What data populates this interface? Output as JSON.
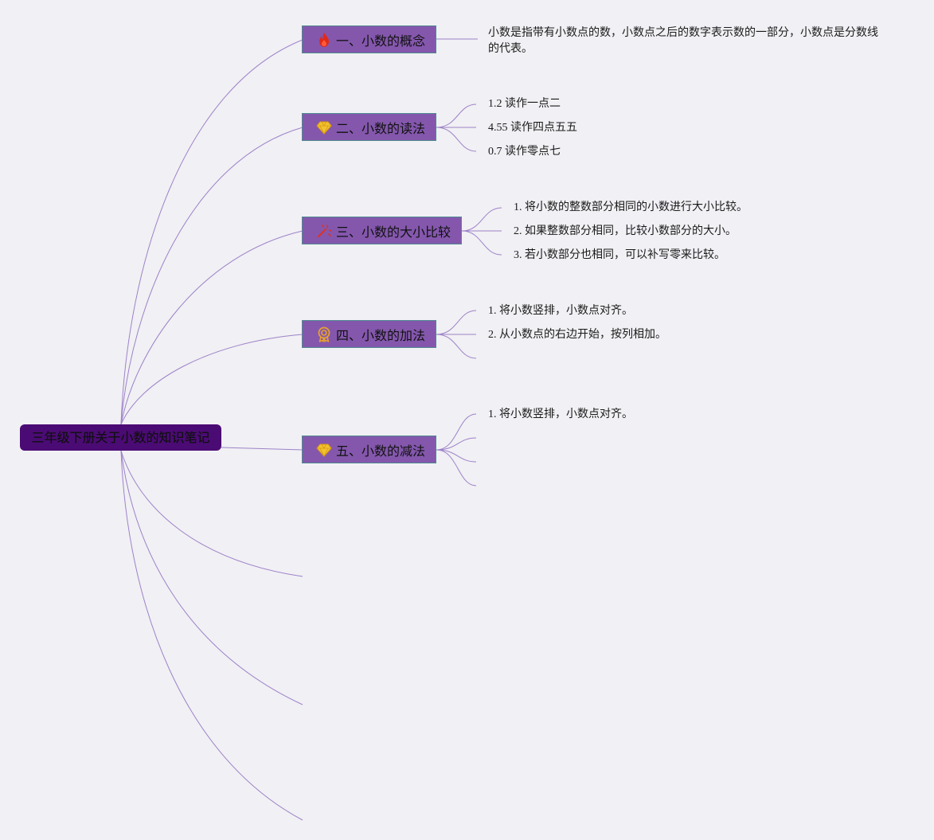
{
  "root": {
    "label": "三年级下册关于小数的知识笔记"
  },
  "colors": {
    "root_bg": "#4b0b74",
    "topic_bg": "#8457ad",
    "link": "#9d82c9",
    "background": "#f1f0f4"
  },
  "topics": [
    {
      "label": "一、小数的概念",
      "icon": "fire-icon",
      "children": [
        "小数是指带有小数点的数，小数点之后的数字表示数的一部分，小数点是分数线的代表。"
      ]
    },
    {
      "label": "二、小数的读法",
      "icon": "diamond-icon",
      "children": [
        "1.2 读作一点二",
        "4.55 读作四点五五",
        "0.7 读作零点七"
      ]
    },
    {
      "label": "三、小数的大小比较",
      "icon": "magic-wand-icon",
      "children": [
        "1. 将小数的整数部分相同的小数进行大小比较。",
        "2. 如果整数部分相同，比较小数部分的大小。",
        "3. 若小数部分也相同，可以补写零来比较。"
      ]
    },
    {
      "label": "四、小数的加法",
      "icon": "medal-icon",
      "children": [
        "1. 将小数竖排，小数点对齐。",
        "2. 从小数点的右边开始，按列相加。",
        ""
      ]
    },
    {
      "label": "五、小数的减法",
      "icon": "diamond-icon",
      "children": [
        "1. 将小数竖排，小数点对齐。",
        "",
        "",
        ""
      ]
    }
  ]
}
